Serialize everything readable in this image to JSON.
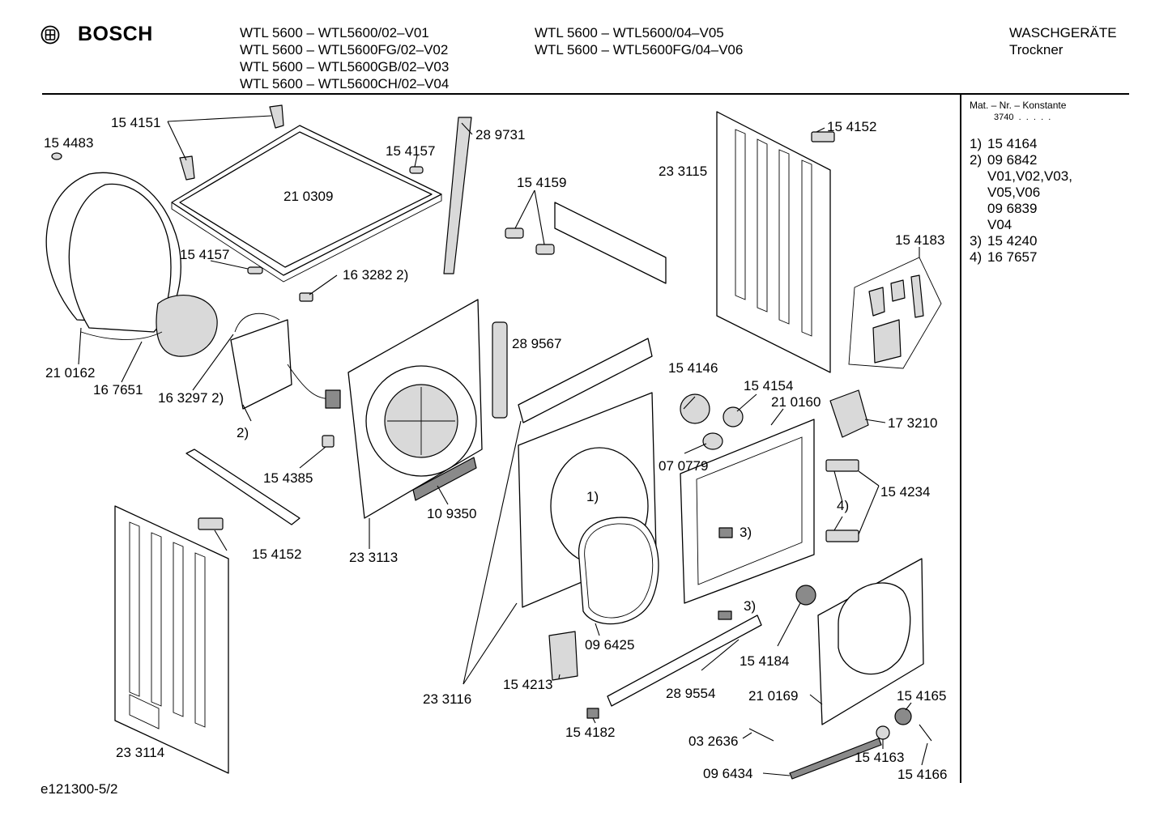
{
  "header": {
    "brand": "BOSCH",
    "models_col1": [
      "WTL 5600 – WTL5600/02–V01",
      "WTL 5600 – WTL5600FG/02–V02",
      "WTL 5600 – WTL5600GB/02–V03",
      "WTL 5600 – WTL5600CH/02–V04"
    ],
    "models_col2": [
      "WTL 5600 – WTL5600/04–V05",
      "WTL 5600 – WTL5600FG/04–V06"
    ],
    "category": "WASCHGERÄTE",
    "subcategory": "Trockner"
  },
  "sidebar": {
    "heading": "Mat. – Nr. – Konstante",
    "constant": "3740  .  .  .  .  .",
    "notes": [
      {
        "num": "1)",
        "lines": [
          "15 4164"
        ]
      },
      {
        "num": "2)",
        "lines": [
          "09 6842",
          "V01,V02,V03,",
          "V05,V06",
          "09 6839",
          "V04"
        ]
      },
      {
        "num": "3)",
        "lines": [
          "15 4240"
        ]
      },
      {
        "num": "4)",
        "lines": [
          "16 7657"
        ]
      }
    ]
  },
  "footer": {
    "code": "e121300-5/2"
  },
  "callouts": {
    "c154151": "15 4151",
    "c154483": "15 4483",
    "c210309": "21 0309",
    "c154157a": "15 4157",
    "c154157b": "15 4157",
    "c289731": "28 9731",
    "c154159": "15 4159",
    "c233115": "23 3115",
    "c154152a": "15 4152",
    "c154183": "15 4183",
    "c163282": "16 3282 2)",
    "c210162": "21 0162",
    "c167651": "16 7651",
    "c163297": "16 3297 2)",
    "c2": "2)",
    "c289567": "28 9567",
    "c154146": "15 4146",
    "c154154": "15 4154",
    "c210160": "21 0160",
    "c173210": "17 3210",
    "c070779": "07 0779",
    "c154385": "15 4385",
    "c109350": "10 9350",
    "c1": "1)",
    "c3a": "3)",
    "c4": "4)",
    "c154234": "15 4234",
    "c154152b": "15 4152",
    "c233113": "23 3113",
    "c3b": "3)",
    "c096425": "09 6425",
    "c154184": "15 4184",
    "c289554": "28 9554",
    "c210169": "21 0169",
    "c154165": "15 4165",
    "c233116": "23 3116",
    "c154213": "15 4213",
    "c154182": "15 4182",
    "c032636": "03 2636",
    "c154163": "15 4163",
    "c096434": "09 6434",
    "c154166": "15 4166",
    "c233114": "23 3114"
  }
}
